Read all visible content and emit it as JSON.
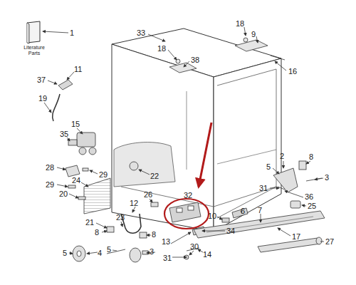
{
  "diagram": {
    "labels": [
      "1",
      "Literature Parts",
      "33",
      "18",
      "9",
      "18",
      "38",
      "16",
      "11",
      "37",
      "19",
      "15",
      "35",
      "22",
      "28",
      "29",
      "24",
      "29",
      "20",
      "2",
      "8",
      "5",
      "3",
      "31",
      "36",
      "25",
      "26",
      "12",
      "32",
      "10",
      "6",
      "7",
      "21",
      "23",
      "8",
      "8",
      "13",
      "3",
      "34",
      "17",
      "30",
      "14",
      "27",
      "5",
      "4",
      "5",
      "31"
    ]
  }
}
